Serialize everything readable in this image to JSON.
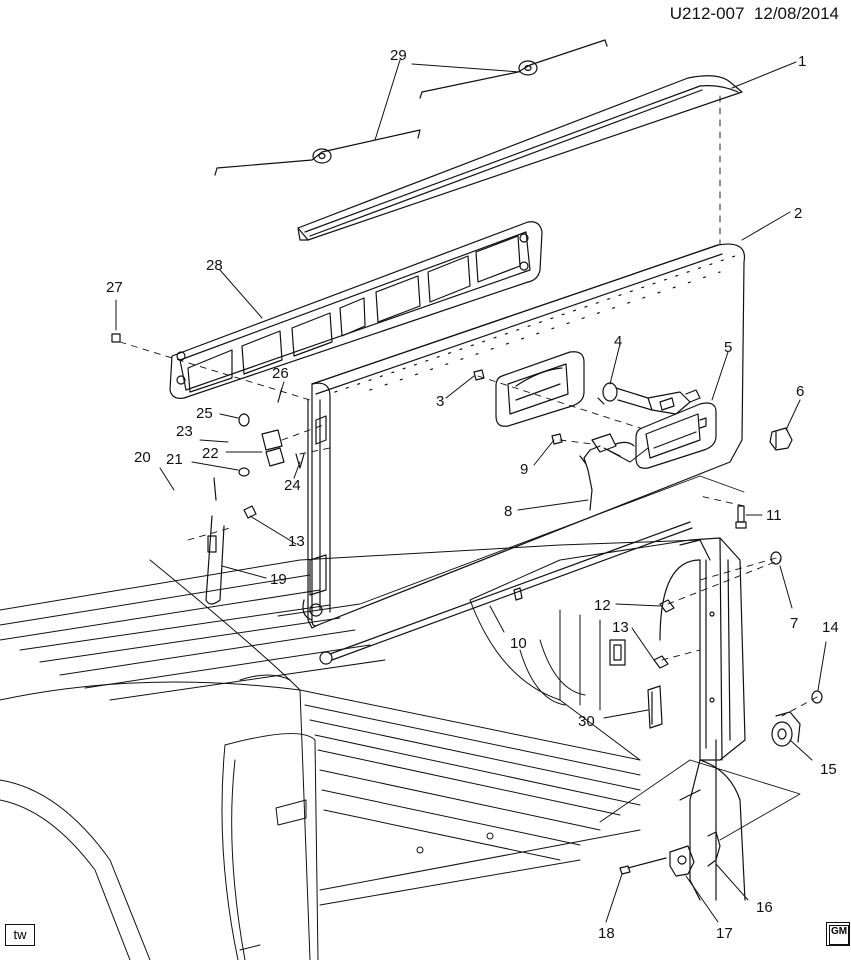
{
  "header": {
    "code": "U212-007",
    "date": "12/08/2014"
  },
  "badges": {
    "tw": "tw",
    "gm": "GM"
  },
  "callouts": [
    {
      "id": "1",
      "label": "1"
    },
    {
      "id": "2",
      "label": "2"
    },
    {
      "id": "3",
      "label": "3"
    },
    {
      "id": "4",
      "label": "4"
    },
    {
      "id": "5",
      "label": "5"
    },
    {
      "id": "6",
      "label": "6"
    },
    {
      "id": "7",
      "label": "7"
    },
    {
      "id": "8",
      "label": "8"
    },
    {
      "id": "9",
      "label": "9"
    },
    {
      "id": "10",
      "label": "10"
    },
    {
      "id": "11",
      "label": "11"
    },
    {
      "id": "12",
      "label": "12"
    },
    {
      "id": "13a",
      "label": "13"
    },
    {
      "id": "13b",
      "label": "13"
    },
    {
      "id": "14",
      "label": "14"
    },
    {
      "id": "15",
      "label": "15"
    },
    {
      "id": "16",
      "label": "16"
    },
    {
      "id": "17",
      "label": "17"
    },
    {
      "id": "18",
      "label": "18"
    },
    {
      "id": "19",
      "label": "19"
    },
    {
      "id": "20",
      "label": "20"
    },
    {
      "id": "21",
      "label": "21"
    },
    {
      "id": "22",
      "label": "22"
    },
    {
      "id": "23",
      "label": "23"
    },
    {
      "id": "24",
      "label": "24"
    },
    {
      "id": "25",
      "label": "25"
    },
    {
      "id": "26",
      "label": "26"
    },
    {
      "id": "27",
      "label": "27"
    },
    {
      "id": "28",
      "label": "28"
    },
    {
      "id": "29",
      "label": "29"
    },
    {
      "id": "30",
      "label": "30"
    }
  ]
}
